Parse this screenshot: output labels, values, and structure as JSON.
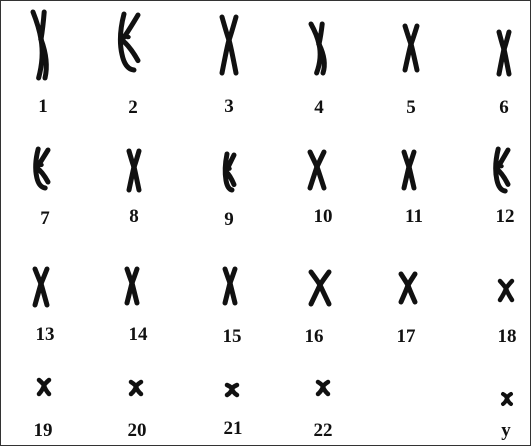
{
  "karyotype": {
    "chromosomes": [
      {
        "label": "1",
        "shape": "tall-bent"
      },
      {
        "label": "2",
        "shape": "tall-lean"
      },
      {
        "label": "3",
        "shape": "tall-x"
      },
      {
        "label": "4",
        "shape": "tall-bent"
      },
      {
        "label": "5",
        "shape": "med-x"
      },
      {
        "label": "6",
        "shape": "med-x"
      },
      {
        "label": "7",
        "shape": "med-lean"
      },
      {
        "label": "8",
        "shape": "med-x"
      },
      {
        "label": "9",
        "shape": "med-lean"
      },
      {
        "label": "10",
        "shape": "med-x"
      },
      {
        "label": "11",
        "shape": "med-x"
      },
      {
        "label": "12",
        "shape": "med-lean"
      },
      {
        "label": "13",
        "shape": "med-x"
      },
      {
        "label": "14",
        "shape": "med-x"
      },
      {
        "label": "15",
        "shape": "med-x"
      },
      {
        "label": "16",
        "shape": "small-x"
      },
      {
        "label": "17",
        "shape": "small-x"
      },
      {
        "label": "18",
        "shape": "small-x"
      },
      {
        "label": "19",
        "shape": "tiny-x"
      },
      {
        "label": "20",
        "shape": "tiny-x"
      },
      {
        "label": "21",
        "shape": "tiny-x"
      },
      {
        "label": "22",
        "shape": "tiny-x"
      },
      {
        "label": "y",
        "shape": "tiny-x"
      }
    ]
  }
}
